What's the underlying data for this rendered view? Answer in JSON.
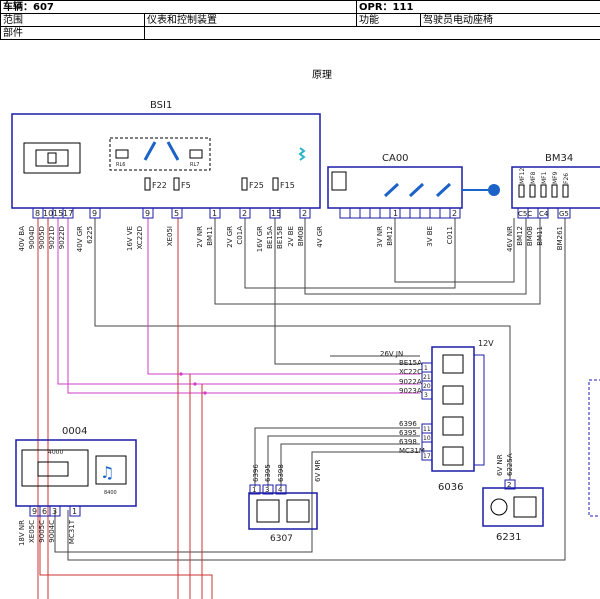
{
  "header": {
    "vehicle_label": "车辆：607",
    "opr_label": "OPR：111",
    "scope_label": "范围",
    "scope_value": "仪表和控制装置",
    "function_label": "功能",
    "function_value": "驾驶员电动座椅",
    "parts_label": "部件",
    "section_title": "原理"
  },
  "colors": {
    "box_border": "#1c1caa",
    "wire_pink": "#d23cc8",
    "wire_red": "#cc3333",
    "wire_gray": "#444444"
  },
  "bsi1": {
    "title": "BSI1",
    "relays": [
      "RL6",
      "RL7"
    ],
    "fuses": [
      "F22",
      "F5",
      "F25",
      "F15"
    ],
    "pins": [
      "8",
      "10",
      "15",
      "17",
      "9",
      "9",
      "5",
      "1",
      "2",
      "15",
      "2"
    ],
    "labels": [
      "40V BA",
      "9004D",
      "9005D",
      "9021D",
      "9022D",
      "40V GR",
      "6225",
      "16V VE",
      "XC22D",
      "XE05I",
      "2V NR",
      "BM11",
      "2V GR",
      "C01A",
      "16V GR",
      "BE15A",
      "BE15B",
      "2V BE",
      "BM0B"
    ]
  },
  "ca00": {
    "title": "CA00",
    "pins": [
      "1",
      "2"
    ],
    "labels": [
      "4V GR",
      "3V NR",
      "BM12",
      "3V BE",
      "C011"
    ]
  },
  "bm34": {
    "title": "BM34",
    "inner_labels": [
      "MF12",
      "MF8",
      "MF1",
      "MF9",
      "F26"
    ],
    "pins": [
      "C5C",
      "C4",
      "G5"
    ],
    "labels": [
      "46V NR",
      "BM12",
      "BM0B",
      "BM11",
      "BM261"
    ]
  },
  "c6036": {
    "title": "6036",
    "voltage": "12V",
    "pins": [
      "1",
      "21",
      "20",
      "3",
      "11",
      "10",
      "17"
    ],
    "wires": [
      "26V JN",
      "BE15A",
      "XC22C",
      "9022A",
      "9023A",
      "6396",
      "6395",
      "6398",
      "MC31M"
    ]
  },
  "c0004": {
    "title": "0004",
    "inner_a": "4000",
    "inner_b": "8400",
    "pins": [
      "9",
      "6",
      "3",
      "1"
    ],
    "labels": [
      "18V NR",
      "XE05C",
      "9005C",
      "9004C",
      "MC31T"
    ]
  },
  "c6307": {
    "title": "6307",
    "pins": [
      "1",
      "3",
      "4"
    ],
    "labels": [
      "6396",
      "6395",
      "6398",
      "6V MR"
    ]
  },
  "c6231": {
    "title": "6231",
    "pins": [
      "2"
    ],
    "labels": [
      "6V NR",
      "6225A"
    ]
  }
}
